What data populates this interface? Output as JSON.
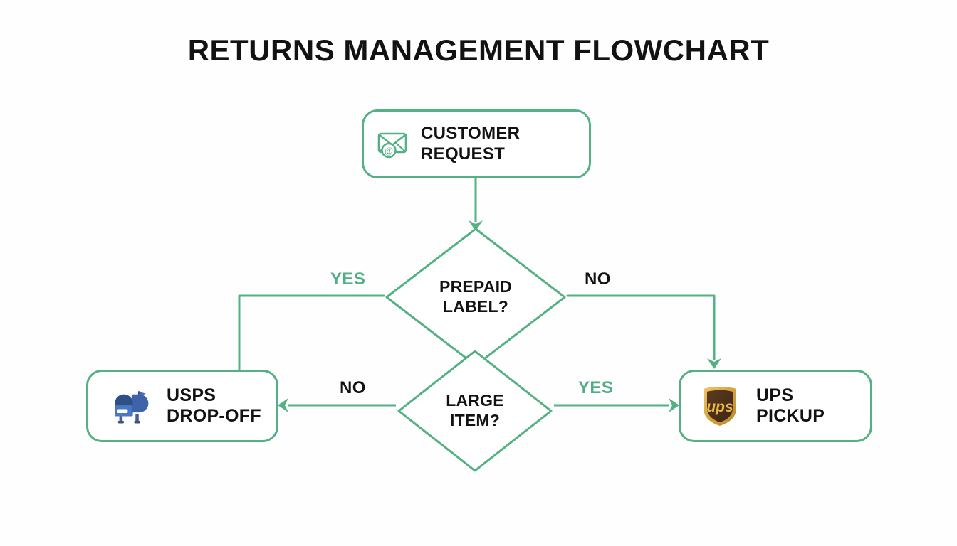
{
  "page": {
    "title": "RETURNS MANAGEMENT FLOWCHART",
    "background_color": "#fdfefd",
    "accent_color": "#53b183",
    "text_color": "#121212"
  },
  "nodes": {
    "customer_request": {
      "label": "CUSTOMER REQUEST",
      "icon": "envelope-at-icon",
      "shape": "rounded-rectangle"
    },
    "prepaid_label": {
      "label": "PREPAID\nLABEL?",
      "shape": "diamond"
    },
    "large_item": {
      "label": "LARGE\nITEM?",
      "shape": "diamond"
    },
    "usps_dropoff": {
      "label": "USPS\nDROP-OFF",
      "icon": "mailbox-icon",
      "shape": "rounded-rectangle"
    },
    "ups_pickup": {
      "label": "UPS\nPICKUP",
      "icon": "ups-shield-icon",
      "shape": "rounded-rectangle"
    }
  },
  "edges": {
    "request_to_prepaid": {
      "label": "",
      "from": "customer_request",
      "to": "prepaid_label"
    },
    "prepaid_yes": {
      "label": "YES",
      "color": "#4fae84",
      "from": "prepaid_label",
      "to": "usps_dropoff"
    },
    "prepaid_no": {
      "label": "NO",
      "color": "#121212",
      "from": "prepaid_label",
      "to": "ups_pickup"
    },
    "large_no": {
      "label": "NO",
      "color": "#121212",
      "from": "large_item",
      "to": "usps_dropoff"
    },
    "large_yes": {
      "label": "YES",
      "color": "#4fae84",
      "from": "large_item",
      "to": "ups_pickup"
    }
  }
}
